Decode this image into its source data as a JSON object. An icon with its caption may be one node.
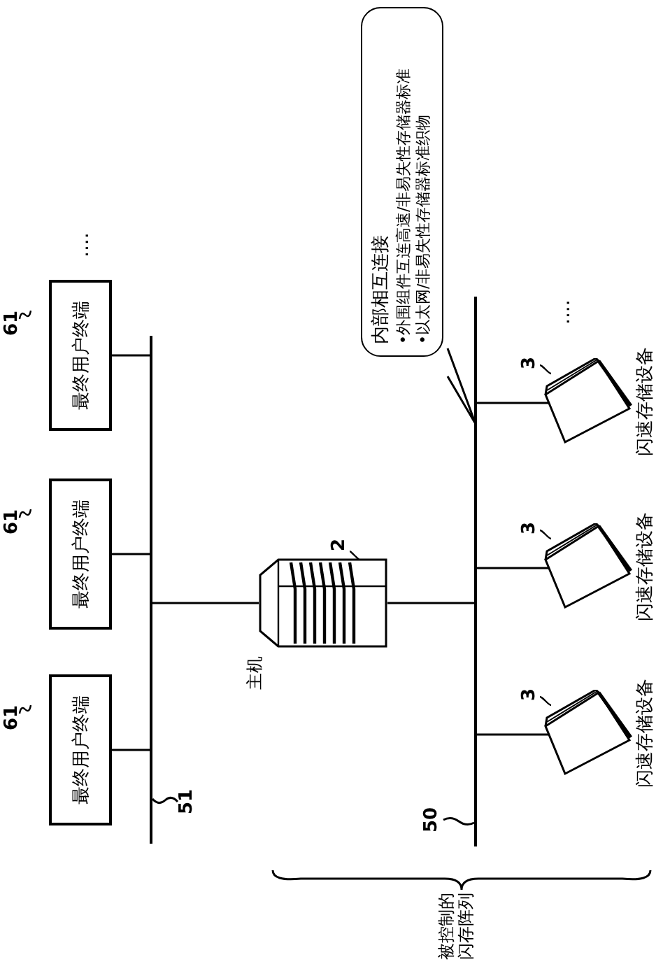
{
  "diagram": {
    "nodes": [
      {
        "text": [
          "内部相互连接",
          "•外围组件互连高速/非易失性存储器标准",
          "•以太网/非易失性存储器标准织物"
        ]
      },
      {
        "text": [
          "最终用户终端"
        ],
        "beside": [
          "61"
        ]
      },
      {
        "text": [
          "最终用户终端"
        ],
        "beside": [
          "61"
        ]
      },
      {
        "text": [
          "最终用户终端"
        ],
        "beside": [
          "61"
        ]
      },
      {
        "text": [],
        "shape": "bar"
      },
      {
        "text": [],
        "shape": "picture",
        "beside": [
          "2",
          "主机"
        ]
      },
      {
        "text": [],
        "shape": "bar"
      },
      {
        "text": [],
        "shape": "picture",
        "beside": [
          "3",
          "闪速存储设备"
        ]
      },
      {
        "text": [],
        "shape": "picture",
        "beside": [
          "3",
          "闪速存储设备"
        ]
      },
      {
        "text": [],
        "shape": "picture",
        "beside": [
          "3",
          "闪速存储设备"
        ]
      },
      {
        "text": [
          "51"
        ]
      },
      {
        "text": [
          "50"
        ]
      }
    ],
    "edges": [
      {
        "from": 1,
        "to": 4,
        "arrow": "none"
      },
      {
        "from": 2,
        "to": 4,
        "arrow": "none"
      },
      {
        "from": 3,
        "to": 4,
        "arrow": "none"
      },
      {
        "from": 5,
        "to": 4,
        "arrow": "none"
      },
      {
        "from": 5,
        "to": 6,
        "arrow": "none"
      },
      {
        "from": 6,
        "to": 7,
        "arrow": "none"
      },
      {
        "from": 6,
        "to": 8,
        "arrow": "none"
      },
      {
        "from": 6,
        "to": 9,
        "arrow": "none"
      },
      {
        "from": 0,
        "to": 6,
        "arrow": "none"
      },
      {
        "from": 10,
        "to": 4,
        "arrow": "none"
      },
      {
        "from": 11,
        "to": 6,
        "arrow": "none"
      }
    ],
    "labels": [
      "....",
      "....",
      "被控制的闪存阵列"
    ]
  }
}
